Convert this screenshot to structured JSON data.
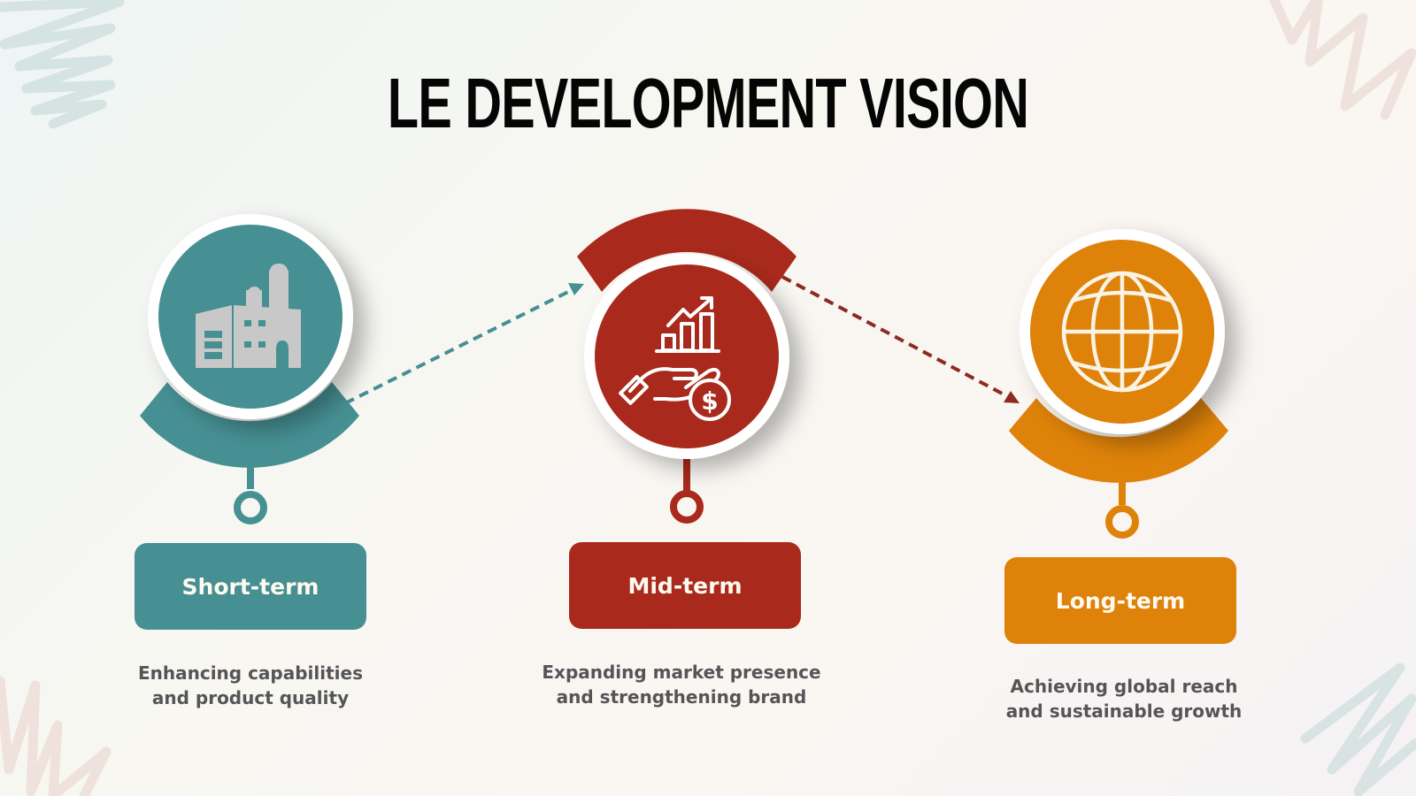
{
  "slide": {
    "title": "LE DEVELOPMENT VISION"
  },
  "colors": {
    "teal": "#468f93",
    "red": "#a92a1c",
    "orange": "#de8209",
    "text_gray": "#555558",
    "title_black": "#050505"
  },
  "stages": [
    {
      "id": "short-term",
      "label": "Short-term",
      "description_line1": "Enhancing capabilities",
      "description_line2": "and product quality",
      "icon": "factory-icon",
      "color": "#468f93"
    },
    {
      "id": "mid-term",
      "label": "Mid-term",
      "description_line1": "Expanding market presence",
      "description_line2": "and strengthening brand",
      "icon": "growth-investment-icon",
      "color": "#a92a1c"
    },
    {
      "id": "long-term",
      "label": "Long-term",
      "description_line1": "Achieving global reach",
      "description_line2": "and sustainable growth",
      "icon": "globe-icon",
      "color": "#de8209"
    }
  ]
}
